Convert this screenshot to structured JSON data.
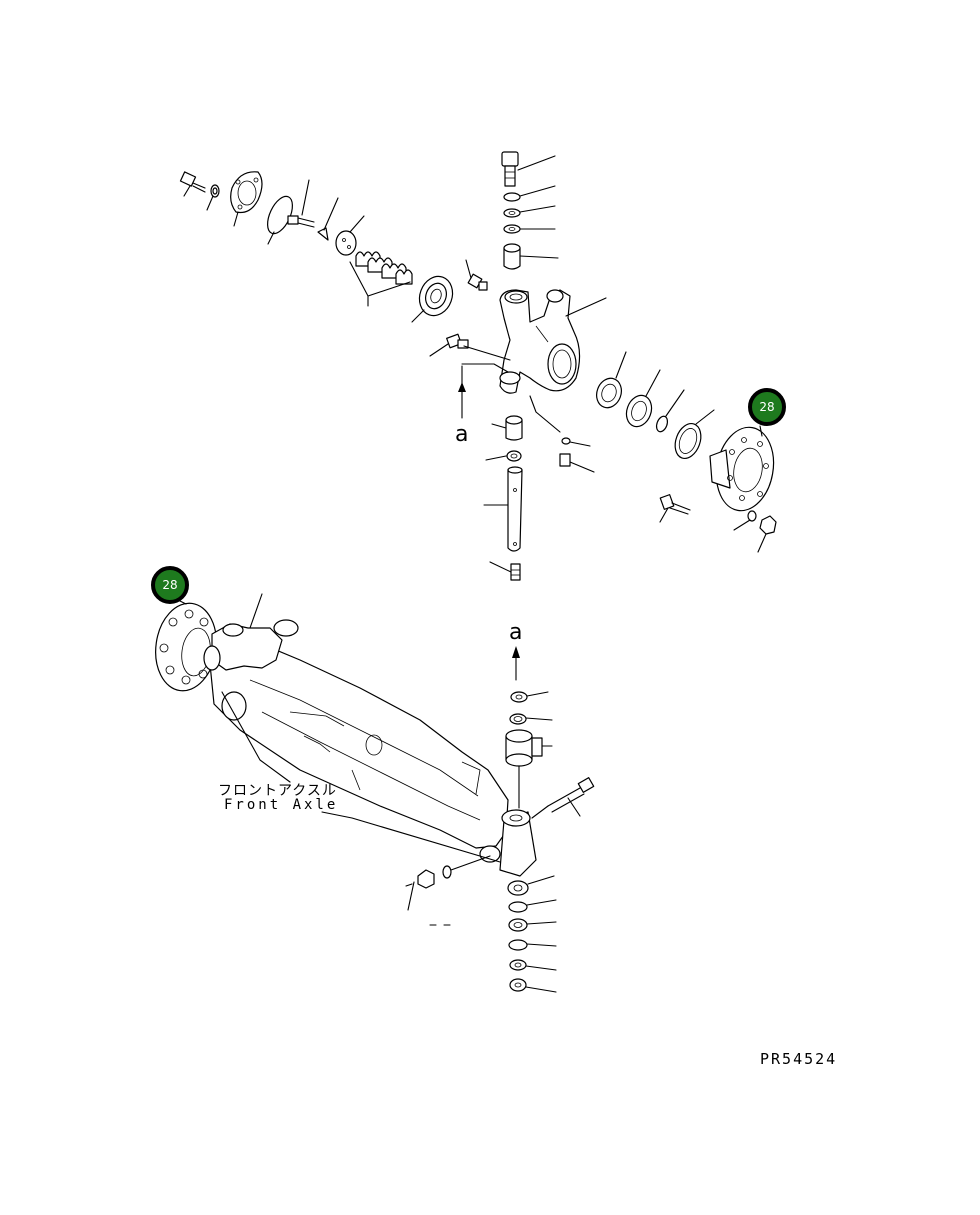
{
  "diagram": {
    "drawing_number": "PR54524",
    "assembly_label_jp": "フロントアクスル",
    "assembly_label_en": "Front Axle",
    "view_marker_upper": "a",
    "view_marker_lower": "a",
    "callouts": [
      {
        "id": "callout-hub-upper",
        "label": "28"
      },
      {
        "id": "callout-hub-lower",
        "label": "28"
      }
    ],
    "colors": {
      "callout_fill": "#1e7a1e",
      "line": "#000000",
      "background": "#ffffff"
    }
  }
}
